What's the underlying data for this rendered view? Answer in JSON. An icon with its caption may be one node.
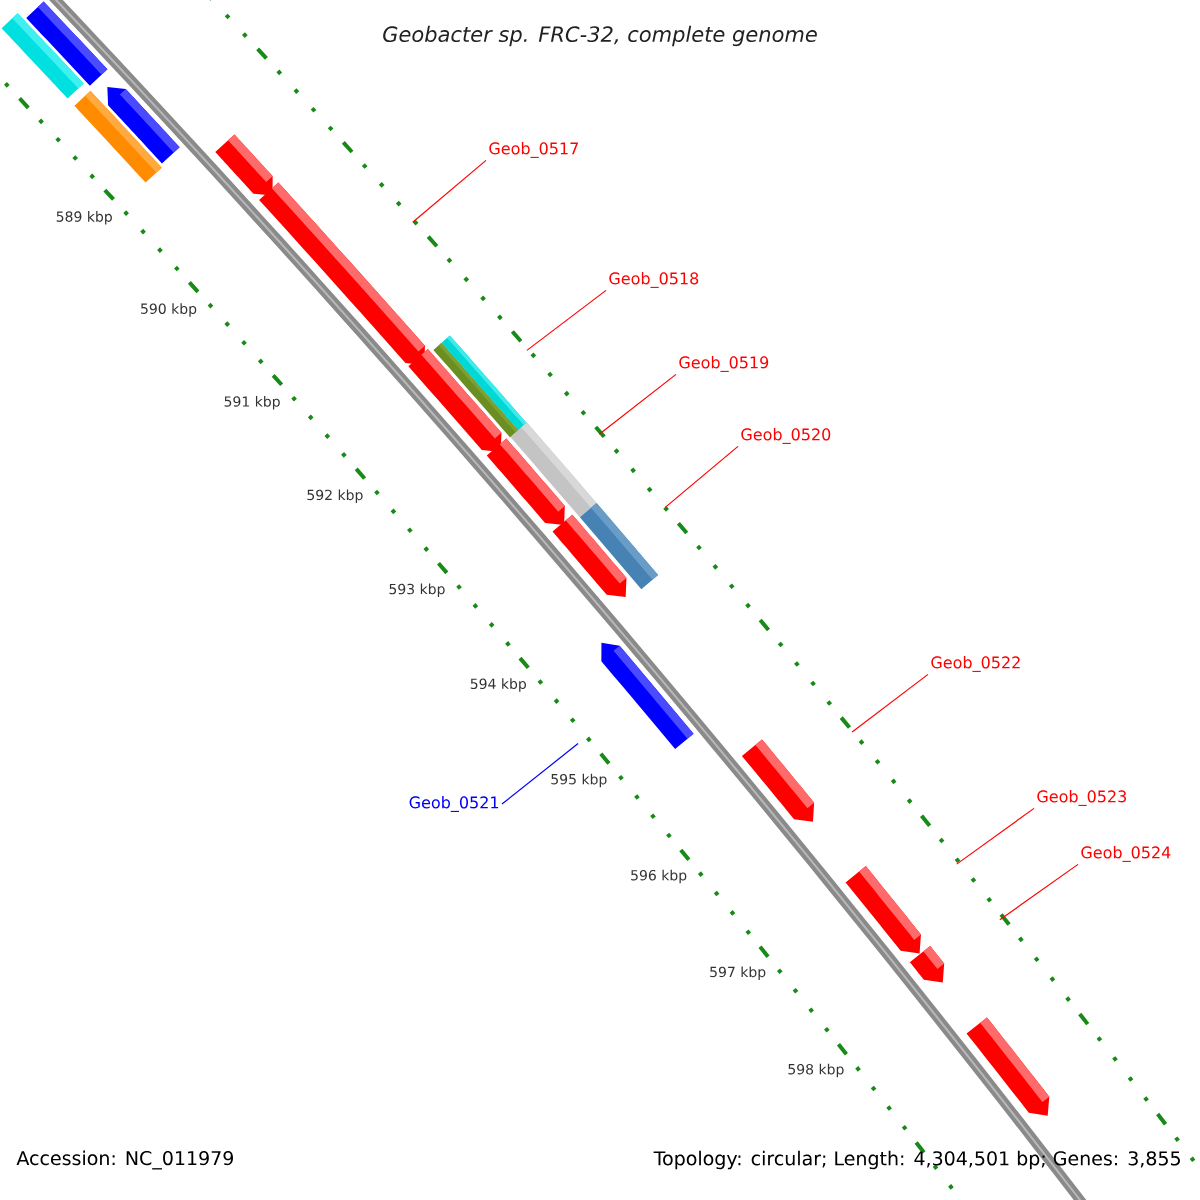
{
  "diagram": {
    "title": "Geobacter sp. FRC-32, complete genome",
    "nodes": [
      {
        "text": [
          "Geob_0517"
        ]
      },
      {
        "text": [
          "Geob_0518"
        ]
      },
      {
        "text": [
          "Geob_0519"
        ]
      },
      {
        "text": [
          "Geob_0520"
        ]
      },
      {
        "text": [
          "Geob_0521"
        ]
      },
      {
        "text": [
          "Geob_0522"
        ]
      },
      {
        "text": [
          "Geob_0523"
        ]
      },
      {
        "text": [
          "Geob_0524"
        ]
      },
      {
        "text": [],
        "shape": "pentagon"
      },
      {
        "text": [],
        "shape": "box"
      },
      {
        "text": [],
        "shape": "pentagon"
      },
      {
        "text": [],
        "shape": "box"
      },
      {
        "text": [],
        "shape": "pentagon"
      },
      {
        "text": [],
        "shape": "pentagon"
      },
      {
        "text": [],
        "shape": "box"
      },
      {
        "text": [],
        "shape": "box"
      },
      {
        "text": [],
        "shape": "pentagon"
      },
      {
        "text": [],
        "shape": "box"
      },
      {
        "text": [],
        "shape": "pentagon"
      },
      {
        "text": [],
        "shape": "box"
      },
      {
        "text": [],
        "shape": "pentagon"
      },
      {
        "text": [],
        "shape": "pentagon"
      },
      {
        "text": [],
        "shape": "pentagon"
      },
      {
        "text": [],
        "shape": "pentagon"
      },
      {
        "text": [],
        "shape": "pentagon"
      },
      {
        "text": [],
        "shape": "pentagon"
      }
    ],
    "edges": [
      {
        "from": 0,
        "to": 13,
        "arrow": "none"
      },
      {
        "from": 1,
        "to": 15,
        "arrow": "none"
      },
      {
        "from": 2,
        "to": 17,
        "arrow": "none"
      },
      {
        "from": 3,
        "to": 19,
        "arrow": "none"
      },
      {
        "from": 4,
        "to": 21,
        "arrow": "none",
        "color": "#0000ff"
      },
      {
        "from": 5,
        "to": 22,
        "arrow": "none"
      },
      {
        "from": 6,
        "to": 23,
        "arrow": "none"
      },
      {
        "from": 7,
        "to": 24,
        "arrow": "none"
      }
    ],
    "labels": [
      "589 kbp",
      "590 kbp",
      "591 kbp",
      "592 kbp",
      "593 kbp",
      "594 kbp",
      "595 kbp",
      "596 kbp",
      "597 kbp",
      "598 kbp",
      "Accession: NC_011979",
      "Topology: circular; Length: 4,304,501 bp; Genes: 3,855"
    ]
  }
}
